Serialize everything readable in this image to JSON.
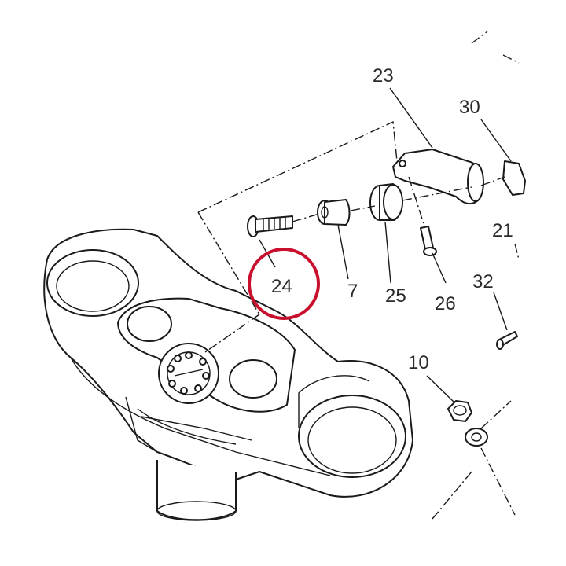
{
  "diagram": {
    "callouts": [
      {
        "id": "23",
        "text": "23"
      },
      {
        "id": "30",
        "text": "30"
      },
      {
        "id": "21",
        "text": "21"
      },
      {
        "id": "24",
        "text": "24"
      },
      {
        "id": "7",
        "text": "7"
      },
      {
        "id": "25",
        "text": "25"
      },
      {
        "id": "26",
        "text": "26"
      },
      {
        "id": "32",
        "text": "32"
      },
      {
        "id": "10",
        "text": "10"
      }
    ],
    "highlight": {
      "target": "24",
      "color": "#c8102e"
    }
  }
}
